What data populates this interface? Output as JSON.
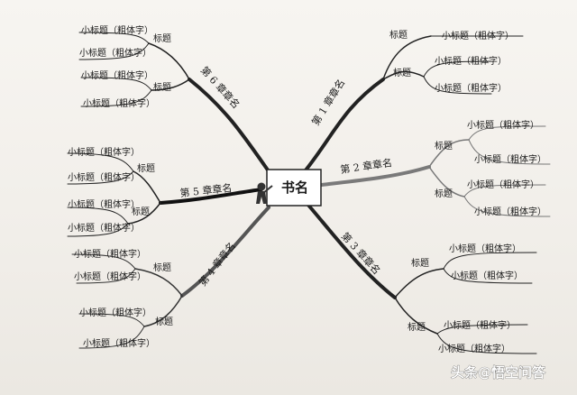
{
  "center": {
    "title": "书名"
  },
  "chapters": [
    {
      "label": "第 1 章章名",
      "topics": [
        {
          "label": "标题",
          "subs": [
            "小标题（粗体字）"
          ]
        },
        {
          "label": "标题",
          "subs": [
            "小标题（粗体字）",
            "小标题（粗体字）"
          ]
        }
      ]
    },
    {
      "label": "第 2 章章名",
      "topics": [
        {
          "label": "标题",
          "subs": [
            "小标题（粗体字）",
            "小标题（粗体字）"
          ]
        },
        {
          "label": "标题",
          "subs": [
            "小标题（粗体字）",
            "小标题（粗体字）"
          ]
        }
      ]
    },
    {
      "label": "第 3 章章名",
      "topics": [
        {
          "label": "标题",
          "subs": [
            "小标题（粗体字）",
            "小标题（粗体字）"
          ]
        },
        {
          "label": "标题",
          "subs": [
            "小标题（粗体字）",
            "小标题（粗体字）"
          ]
        }
      ]
    },
    {
      "label": "第 4 章章名",
      "topics": [
        {
          "label": "标题",
          "subs": [
            "小标题（粗体字）",
            "小标题（粗体字）"
          ]
        },
        {
          "label": "标题",
          "subs": [
            "小标题（粗体字）",
            "小标题（粗体字）"
          ]
        }
      ]
    },
    {
      "label": "第 5 章章名",
      "topics": [
        {
          "label": "标题",
          "subs": [
            "小标题（粗体字）",
            "小标题（粗体字）"
          ]
        },
        {
          "label": "标题",
          "subs": [
            "小标题（粗体字）",
            "小标题（粗体字）"
          ]
        }
      ]
    },
    {
      "label": "第 6 章章名",
      "topics": [
        {
          "label": "标题",
          "subs": [
            "小标题（粗体字）",
            "小标题（粗体字）"
          ]
        },
        {
          "label": "标题",
          "subs": [
            "小标题（粗体字）",
            "小标题（粗体字）"
          ]
        }
      ]
    }
  ],
  "watermark": "头条@悟空问答"
}
